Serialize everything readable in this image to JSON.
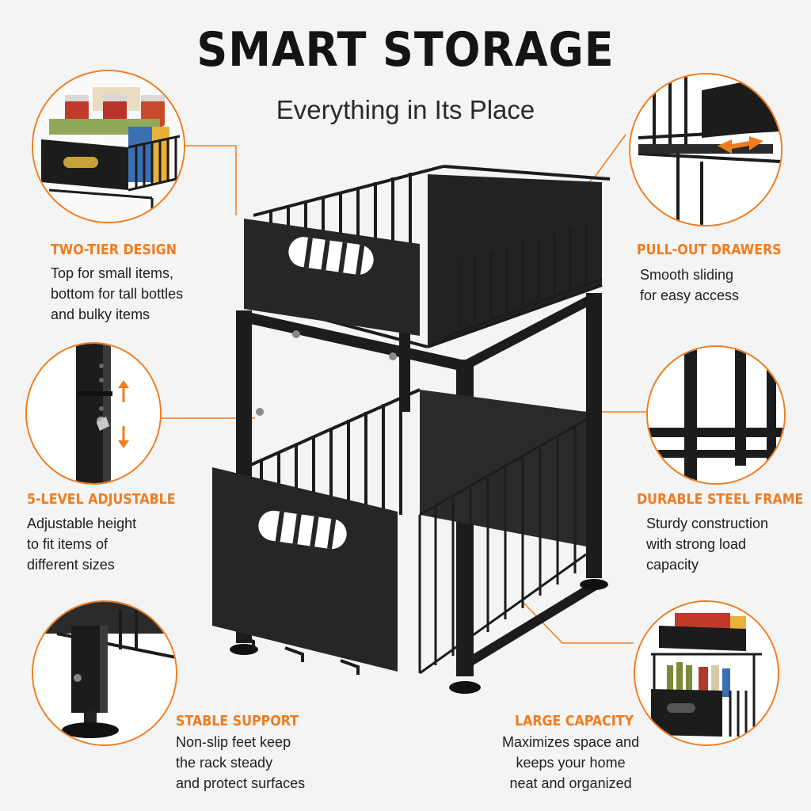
{
  "header": {
    "title": "SMART STORAGE",
    "subtitle": "Everything in Its Place"
  },
  "accent_color": "#f07c1e",
  "frame_color": "#1c1c1c",
  "features": {
    "two_tier": {
      "title": "TWO-TIER DESIGN",
      "description": "Top for small items,\nbottom for tall bottles\nand bulky items"
    },
    "pull_out": {
      "title": "PULL-OUT DRAWERS",
      "description": "Smooth sliding\nfor easy access"
    },
    "adjustable": {
      "title": "5-LEVEL ADJUSTABLE",
      "description": "Adjustable height\nto fit items of\ndifferent sizes"
    },
    "steel_frame": {
      "title": "DURABLE STEEL FRAME",
      "description": "Sturdy construction\nwith strong load\ncapacity"
    },
    "stable": {
      "title": "STABLE SUPPORT",
      "description": "Non-slip feet keep\nthe rack steady\nand protect surfaces"
    },
    "capacity": {
      "title": "LARGE CAPACITY",
      "description": "Maximizes space and\nkeeps your home\nneat and organized"
    }
  },
  "icons": [
    "up-arrow-icon",
    "down-arrow-icon",
    "double-arrow-icon"
  ]
}
